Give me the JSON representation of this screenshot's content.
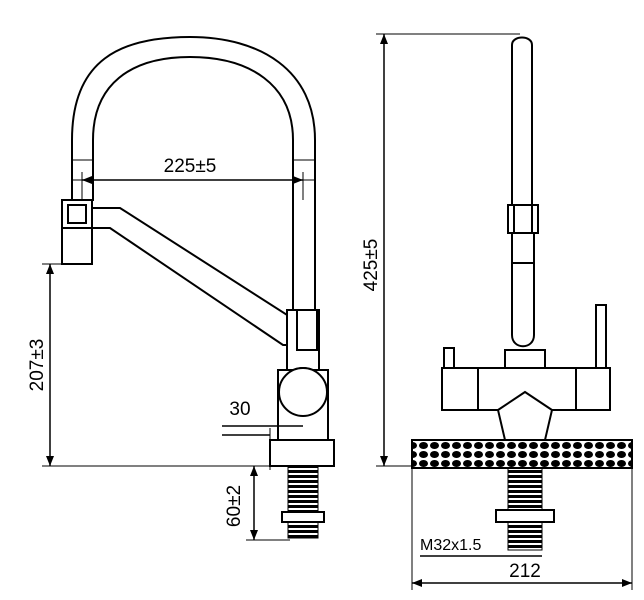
{
  "drawing": {
    "dimensions": {
      "reach": "225±5",
      "outlet_height": "207±3",
      "overall_height": "425±5",
      "deck_offset": "30",
      "shank_length": "60±2",
      "thread": "M32x1.5",
      "base_width": "212"
    },
    "line_color": "#000000",
    "background": "#ffffff"
  }
}
